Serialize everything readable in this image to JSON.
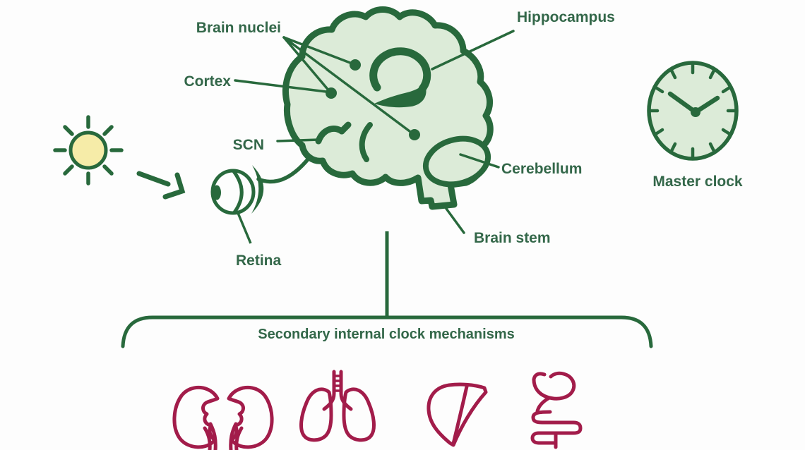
{
  "diagram": {
    "background": "#fdfdfd",
    "colors": {
      "outline_green": "#28693c",
      "text_green": "#336749",
      "light_green_fill": "#dcebd8",
      "sun_yellow": "#f6eca8",
      "organ_red": "#a21c4a"
    },
    "labels": {
      "brain_nuclei": "Brain nuclei",
      "cortex": "Cortex",
      "scn": "SCN",
      "retina": "Retina",
      "hippocampus": "Hippocampus",
      "cerebellum": "Cerebellum",
      "brain_stem": "Brain stem",
      "master_clock": "Master clock",
      "secondary_mechanisms": "Secondary internal clock mechanisms"
    },
    "icons": [
      "sun-icon",
      "daylight-arrow-icon",
      "eye-icon",
      "brain-icon",
      "clock-icon",
      "kidneys-icon",
      "lungs-icon",
      "liver-icon",
      "stomach-intestines-icon"
    ],
    "clock": {
      "hour_hand": "10",
      "minute_hand": "2"
    }
  }
}
